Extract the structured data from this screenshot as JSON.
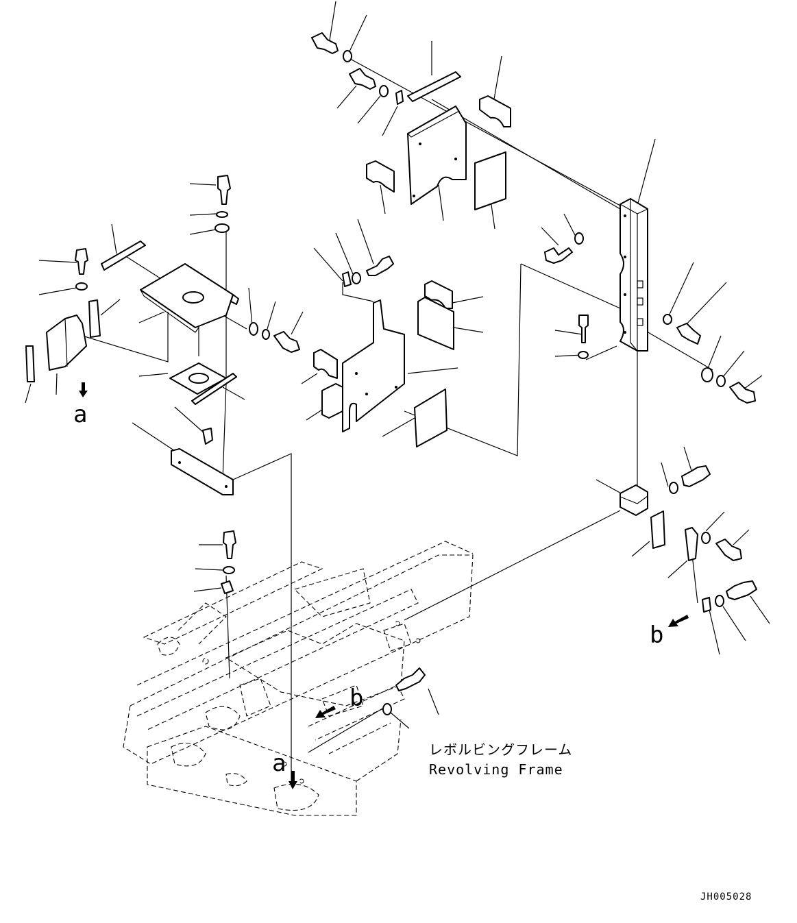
{
  "caption": {
    "japanese": "レボルビングフレーム",
    "english": "Revolving Frame"
  },
  "view_labels": {
    "a_top": "a",
    "a_frame": "a",
    "b_right": "b",
    "b_frame": "b"
  },
  "drawing_code": "JH005028"
}
